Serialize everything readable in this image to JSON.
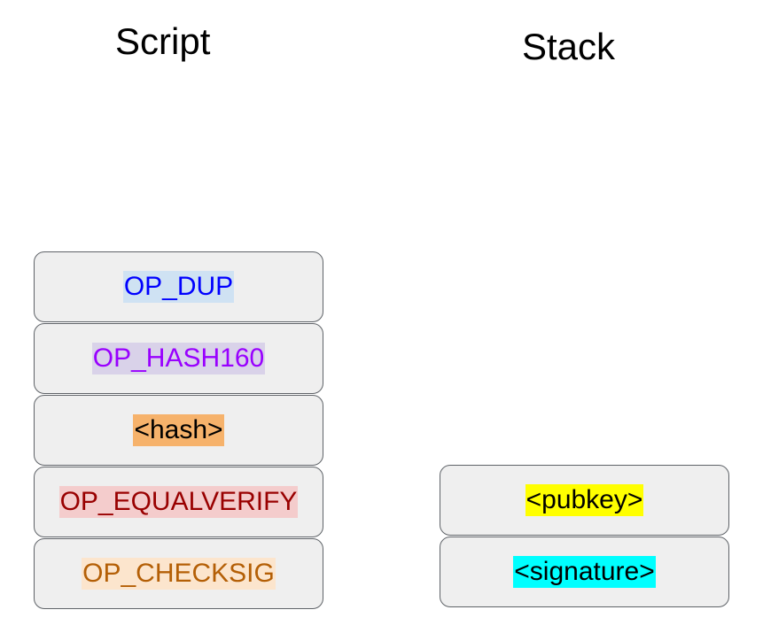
{
  "titles": {
    "script": "Script",
    "stack": "Stack"
  },
  "script": [
    {
      "label": "OP_DUP",
      "color": "#0000ff",
      "highlight": "#cfe2f3"
    },
    {
      "label": "OP_HASH160",
      "color": "#9900ff",
      "highlight": "#d9d2e9"
    },
    {
      "label": "<hash>",
      "color": "#000000",
      "highlight": "#f6b26b"
    },
    {
      "label": "OP_EQUALVERIFY",
      "color": "#990000",
      "highlight": "#f4cccc"
    },
    {
      "label": "OP_CHECKSIG",
      "color": "#b45f06",
      "highlight": "#fce5cd"
    }
  ],
  "stack": [
    {
      "label": "<pubkey>",
      "color": "#000000",
      "highlight": "#ffff00"
    },
    {
      "label": "<signature>",
      "color": "#000000",
      "highlight": "#00ffff"
    }
  ]
}
